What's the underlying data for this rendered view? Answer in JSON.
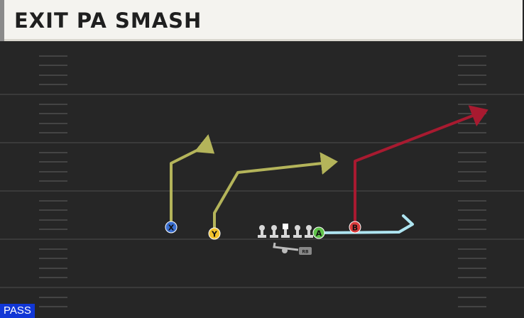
{
  "play": {
    "title": "EXIT PA SMASH",
    "type_badge": "PASS"
  },
  "players": {
    "x": "X",
    "y": "Y",
    "a": "A",
    "b": "B",
    "rb": "RB"
  },
  "colors": {
    "field": "#262626",
    "yard_line": "#3a3a3a",
    "hash": "#4a4a4a",
    "route_olive": "#b4b45a",
    "route_red": "#a81a30",
    "route_light_blue": "#aee4f0",
    "player_x": "#3a6fd0",
    "player_y": "#f2c22c",
    "player_a": "#5fc24a",
    "player_b": "#d83a3a",
    "lineman": "#d8d8d8",
    "badge_bg": "#1137d6"
  }
}
